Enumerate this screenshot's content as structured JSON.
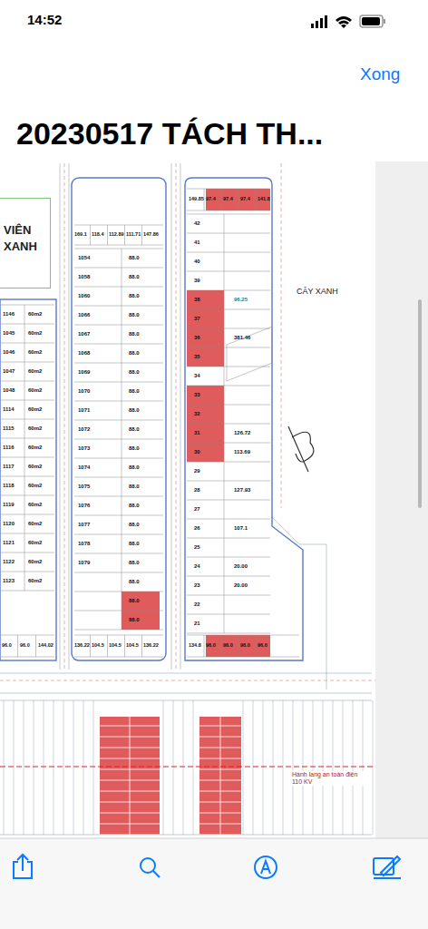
{
  "diagram": {
    "title": "20230517 TÁCH TH...",
    "nodes": [
      {
        "text": [
          "VIÊN XANH"
        ]
      }
    ],
    "labels": [
      "14:52",
      "Xong",
      "CÂY XANH",
      "169.1",
      "118.4",
      "112.89",
      "111.71",
      "147.86",
      "1054",
      "1058",
      "1060",
      "1066",
      "1067",
      "1068",
      "1069",
      "1070",
      "1071",
      "1072",
      "1073",
      "1074",
      "1075",
      "1076",
      "1077",
      "1078",
      "1079",
      "88.0",
      "88.0",
      "88.0",
      "88.0",
      "88.0",
      "88.0",
      "88.0",
      "88.0",
      "88.0",
      "88.0",
      "88.0",
      "88.0",
      "88.0",
      "88.0",
      "88.0",
      "88.0",
      "88.0",
      "88.0",
      "88.0",
      "88.0",
      "136.22",
      "104.5",
      "104.5",
      "104.5",
      "136.22",
      "149.85",
      "97.4",
      "97.4",
      "97.4",
      "141.8",
      "42",
      "41",
      "40",
      "39",
      "38",
      "37",
      "36",
      "35",
      "34",
      "33",
      "32",
      "31",
      "30",
      "29",
      "28",
      "27",
      "26",
      "25",
      "24",
      "23",
      "22",
      "21",
      "96.25",
      "381.46",
      "126.72",
      "113.69",
      "127.93",
      "107.1",
      "20.00",
      "20.00",
      "134.8",
      "96.0",
      "96.0",
      "96.0",
      "96.0",
      "1146",
      "1045",
      "1046",
      "1047",
      "1048",
      "1114",
      "1115",
      "1116",
      "1117",
      "1118",
      "1119",
      "1120",
      "1121",
      "1122",
      "1123",
      "60m2",
      "60m2",
      "60m2",
      "60m2",
      "60m2",
      "60m2",
      "60m2",
      "60m2",
      "60m2",
      "60m2",
      "60m2",
      "60m2",
      "60m2",
      "60m2",
      "60m2",
      "96.0",
      "96.0",
      "144.02",
      "Hành lang an toàn điện 110 KV"
    ]
  }
}
